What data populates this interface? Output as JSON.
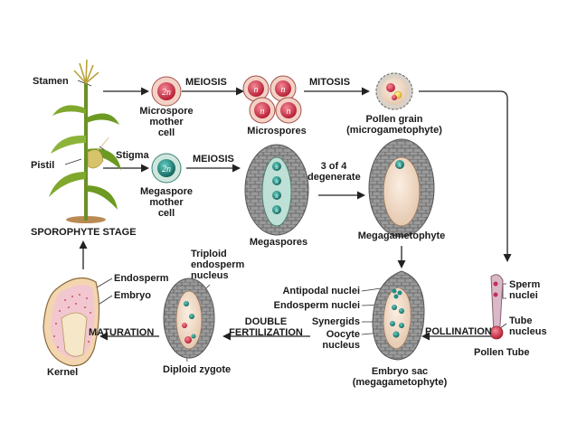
{
  "labels": {
    "stamen": "Stamen",
    "pistil": "Pistil",
    "stigma": "Stigma",
    "sporophyte_stage": "SPOROPHYTE STAGE",
    "meiosis_top": "MEIOSIS",
    "mitosis": "MITOSIS",
    "meiosis_mid": "MEIOSIS",
    "microspore_mother_cell": [
      "Microspore",
      "mother",
      "cell"
    ],
    "microspores": "Microspores",
    "pollen_grain": [
      "Pollen grain",
      "(microgametophyte)"
    ],
    "megaspore_mother_cell": [
      "Megaspore",
      "mother",
      "cell"
    ],
    "megaspores": "Megaspores",
    "three_of_four": [
      "3 of 4",
      "degenerate"
    ],
    "megagametophyte": "Megagametophyte",
    "sperm_nuclei": [
      "Sperm",
      "nuclei"
    ],
    "tube_nucleus": [
      "Tube",
      "nucleus"
    ],
    "pollen_tube": "Pollen Tube",
    "pollination": "POLLINATION",
    "antipodal_nuclei": "Antipodal nuclei",
    "endosperm_nuclei": "Endosperm nuclei",
    "synergids": "Synergids",
    "oocyte_nucleus": [
      "Oocyte",
      "nucleus"
    ],
    "embryo_sac": [
      "Embryo sac",
      "(megagametophyte)"
    ],
    "double_fertilization": [
      "DOUBLE",
      "FERTILIZATION"
    ],
    "triploid_endosperm_nucleus": [
      "Triploid",
      "endosperm",
      "nucleus"
    ],
    "diploid_zygote": "Diploid zygote",
    "maturation": "MATURATION",
    "endosperm": "Endosperm",
    "embryo": "Embryo",
    "kernel": "Kernel"
  },
  "cell_symbols": {
    "diploid": "2n",
    "haploid": "n"
  },
  "colors": {
    "sporocyte_red": "#d8324a",
    "megaspore_teal": "#1f8f86",
    "gray_cell": "#8c8c8c",
    "arrow": "#222222"
  }
}
